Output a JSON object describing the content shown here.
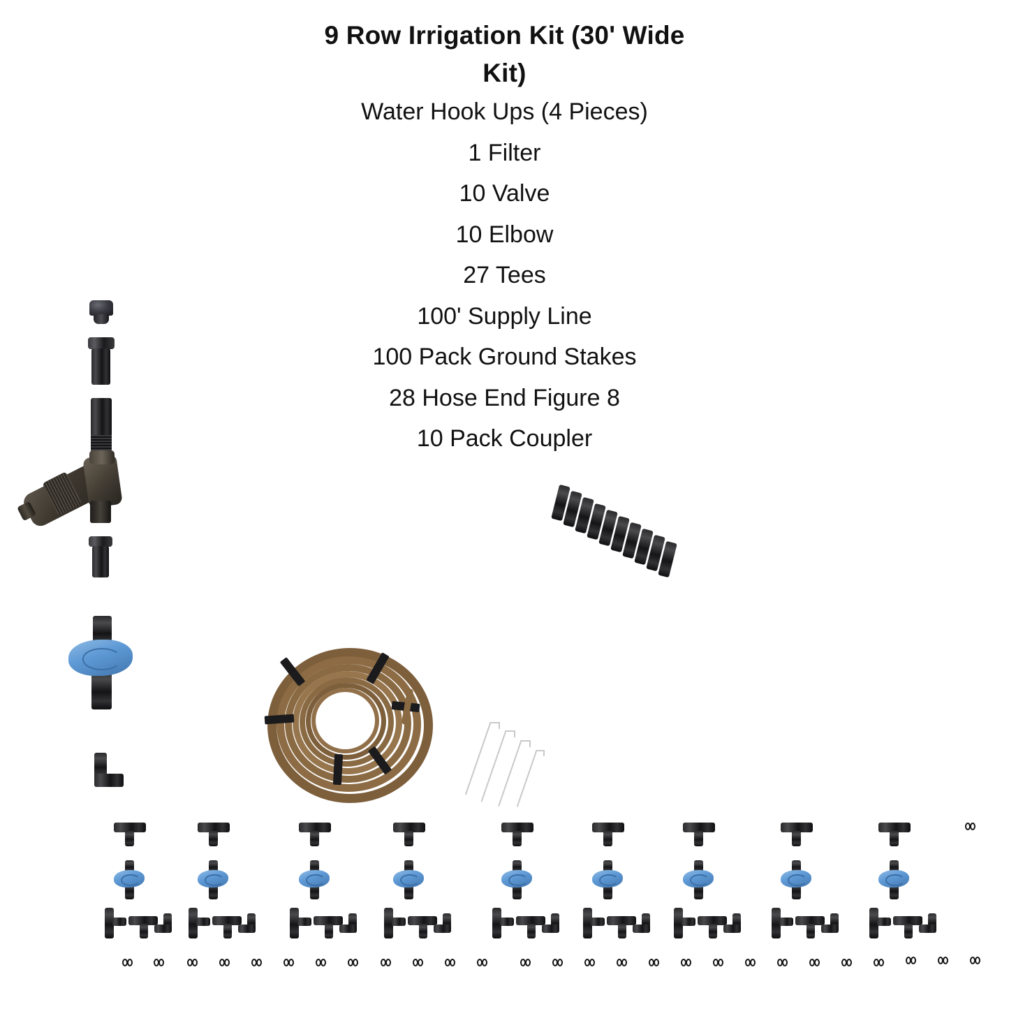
{
  "document": {
    "title": "9 Row Irrigation Kit  (30' Wide Kit)",
    "title_line_1": "9 Row Irrigation Kit  (30' Wide",
    "title_line_2": "Kit)"
  },
  "contents_list": [
    "Water Hook Ups (4 Pieces)",
    "1 Filter",
    "10 Valve",
    "10 Elbow",
    "27 Tees",
    "100' Supply Line",
    "100 Pack Ground Stakes",
    "28 Hose End Figure 8",
    "10 Pack Coupler"
  ],
  "parts": {
    "water_hookups": {
      "label": "Water Hook Ups (4 Pieces)",
      "count": 4,
      "color": "#1d1d1f"
    },
    "filter": {
      "label": "1 Filter",
      "count": 1,
      "color": "#4a4540"
    },
    "valve": {
      "label": "10 Valve",
      "count": 10,
      "body_color": "#1d1d1f",
      "handle_color": "#5f9ad6"
    },
    "elbow": {
      "label": "10 Elbow",
      "count": 10,
      "color": "#1d1d1f"
    },
    "tee": {
      "label": "27 Tees",
      "count": 27,
      "color": "#1d1d1f"
    },
    "supply_line": {
      "label": "100' Supply Line",
      "length": "100'",
      "color": "#8a6a43",
      "tie_color": "#1b1b1d"
    },
    "ground_stakes": {
      "label": "100 Pack Ground Stakes",
      "count": 100,
      "shown": 4,
      "color": "#c9c9cb"
    },
    "hose_end_figure_8": {
      "label": "28 Hose End Figure 8",
      "count": 28,
      "color": "#151517"
    },
    "coupler": {
      "label": "10 Pack Coupler",
      "count": 10,
      "color": "#1d1d1f"
    }
  },
  "layout": {
    "rows": 9,
    "top_tee_count": 9,
    "valve_row_count": 9,
    "fitting_group_count": 9,
    "bottom_fig8_count": 27,
    "background": "#ffffff"
  }
}
